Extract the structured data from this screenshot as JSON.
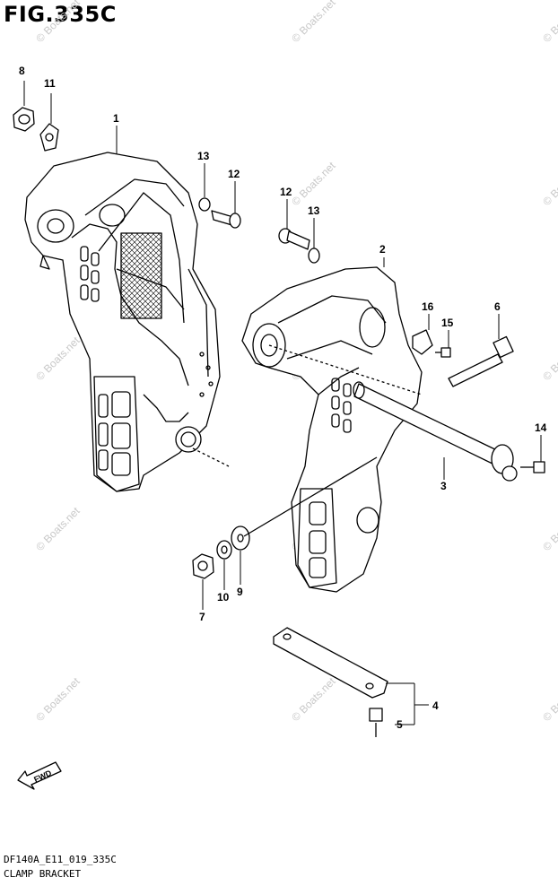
{
  "figure": {
    "title": "FIG.335C",
    "code": "DF140A_E11_019_335C",
    "caption": "CLAMP BRACKET"
  },
  "watermark": "© Boats.net",
  "fwd_label": "FWD",
  "callouts": [
    "1",
    "2",
    "3",
    "4",
    "5",
    "6",
    "7",
    "8",
    "9",
    "10",
    "11",
    "12",
    "13",
    "14",
    "15",
    "16",
    "12",
    "13"
  ]
}
